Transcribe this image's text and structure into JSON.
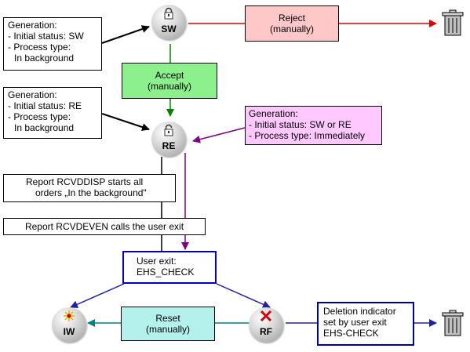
{
  "nodes": {
    "sw": {
      "label": "SW"
    },
    "re": {
      "label": "RE"
    },
    "iw": {
      "label": "IW"
    },
    "rf": {
      "label": "RF"
    }
  },
  "boxes": {
    "gen_sw": [
      "Generation:",
      "- Initial status: SW",
      "- Process type:",
      "  In background"
    ],
    "gen_re": [
      "Generation:",
      "- Initial status: RE",
      "- Process type:",
      "  In background"
    ],
    "gen_imm": [
      "Generation:",
      "- Initial status: SW or RE",
      "- Process type: Immediately"
    ],
    "reject": [
      "Reject",
      "(manually)"
    ],
    "accept": [
      "Accept",
      "(manually)"
    ],
    "report_disp": [
      "Report RCVDDISP starts all",
      "orders „In the background\""
    ],
    "report_deven": [
      "Report RCVDEVEN calls the user exit"
    ],
    "user_exit": [
      "User exit:",
      "EHS_CHECK"
    ],
    "reset": [
      "Reset",
      "(manually)"
    ],
    "deletion": [
      "Deletion indicator",
      "set by user exit",
      "EHS-CHECK"
    ]
  },
  "colors": {
    "reject_arrow": "#e00000",
    "accept_arrow": "#008000",
    "immediate_arrow": "#800080",
    "black_arrow": "#000000",
    "blue_arrow": "#2020a0",
    "reset_arrow": "#008080"
  },
  "icons": {
    "sw": "padlock-icon",
    "re": "padlock-icon",
    "iw": "sparkle-icon",
    "rf": "red-x-icon",
    "trash": "trash-icon"
  }
}
